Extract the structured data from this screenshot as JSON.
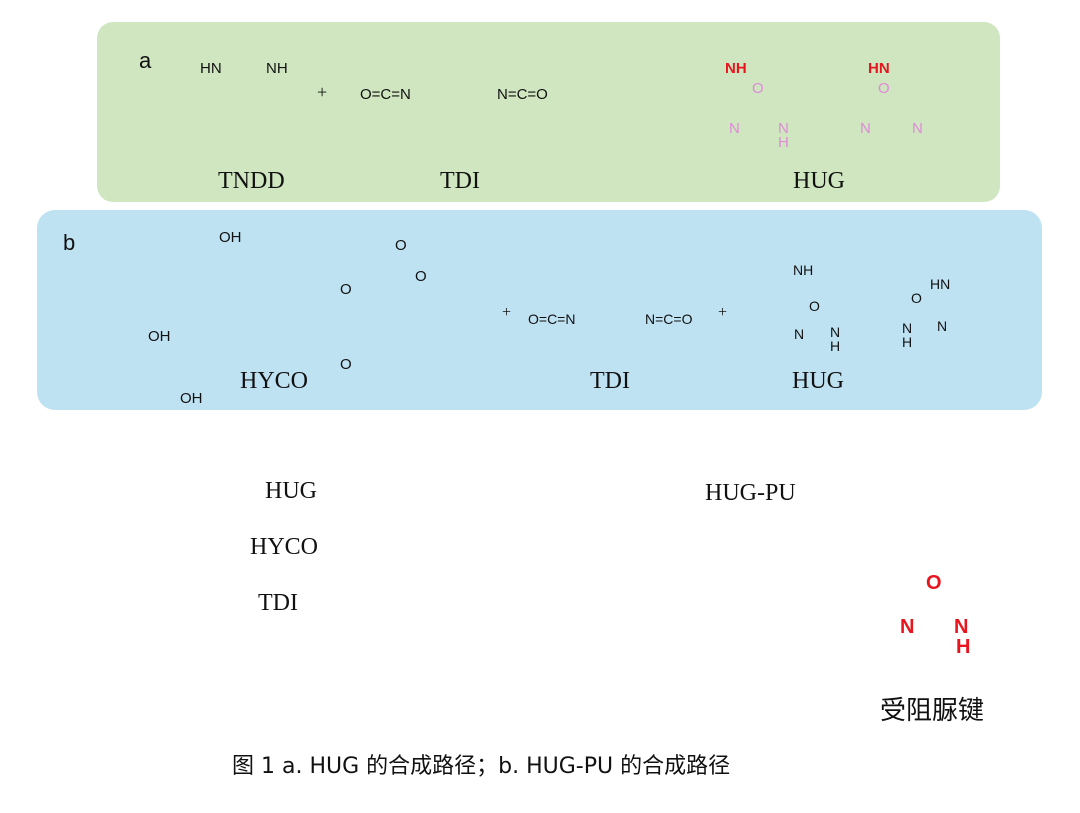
{
  "panel_a": {
    "letter": "a",
    "tndd": {
      "name": "TNDD",
      "nh_left": "HN",
      "nh_right": "NH"
    },
    "plus": "+",
    "tdi": {
      "name": "TDI",
      "left_group": "O=C=N",
      "right_group": "N=C=O"
    },
    "product": {
      "name": "HUG",
      "nh_red": "NH",
      "hn_red": "HN",
      "o": "O",
      "n": "N",
      "h": "H"
    }
  },
  "panel_b": {
    "letter": "b",
    "hyco": {
      "name": "HYCO",
      "oh": "OH",
      "o": "O"
    },
    "plus1": "+",
    "tdi": {
      "name": "TDI",
      "left_group": "O=C=N",
      "right_group": "N=C=O"
    },
    "plus2": "+",
    "hug": {
      "name": "HUG",
      "nh": "NH",
      "hn": "HN",
      "n": "N",
      "h": "H",
      "o": "O"
    }
  },
  "legend": {
    "hug": "HUG",
    "hyco": "HYCO",
    "tdi": "TDI"
  },
  "network": {
    "label": "HUG-PU"
  },
  "urea_callout": {
    "o": "O",
    "n": "N",
    "nh": "N",
    "h": "H",
    "label": "受阻脲键"
  },
  "caption": "图 1    a. HUG 的合成路径；b. HUG-PU 的合成路径",
  "colors": {
    "panel_a_bg": "#cfe6c0",
    "panel_b_bg": "#bfe2f3",
    "hug_chain": "#2c3868",
    "tdi_chain": "#a9cc88",
    "node": "#9fb6de",
    "highlight_red": "#e8141e",
    "pink": "#e08ad8"
  }
}
